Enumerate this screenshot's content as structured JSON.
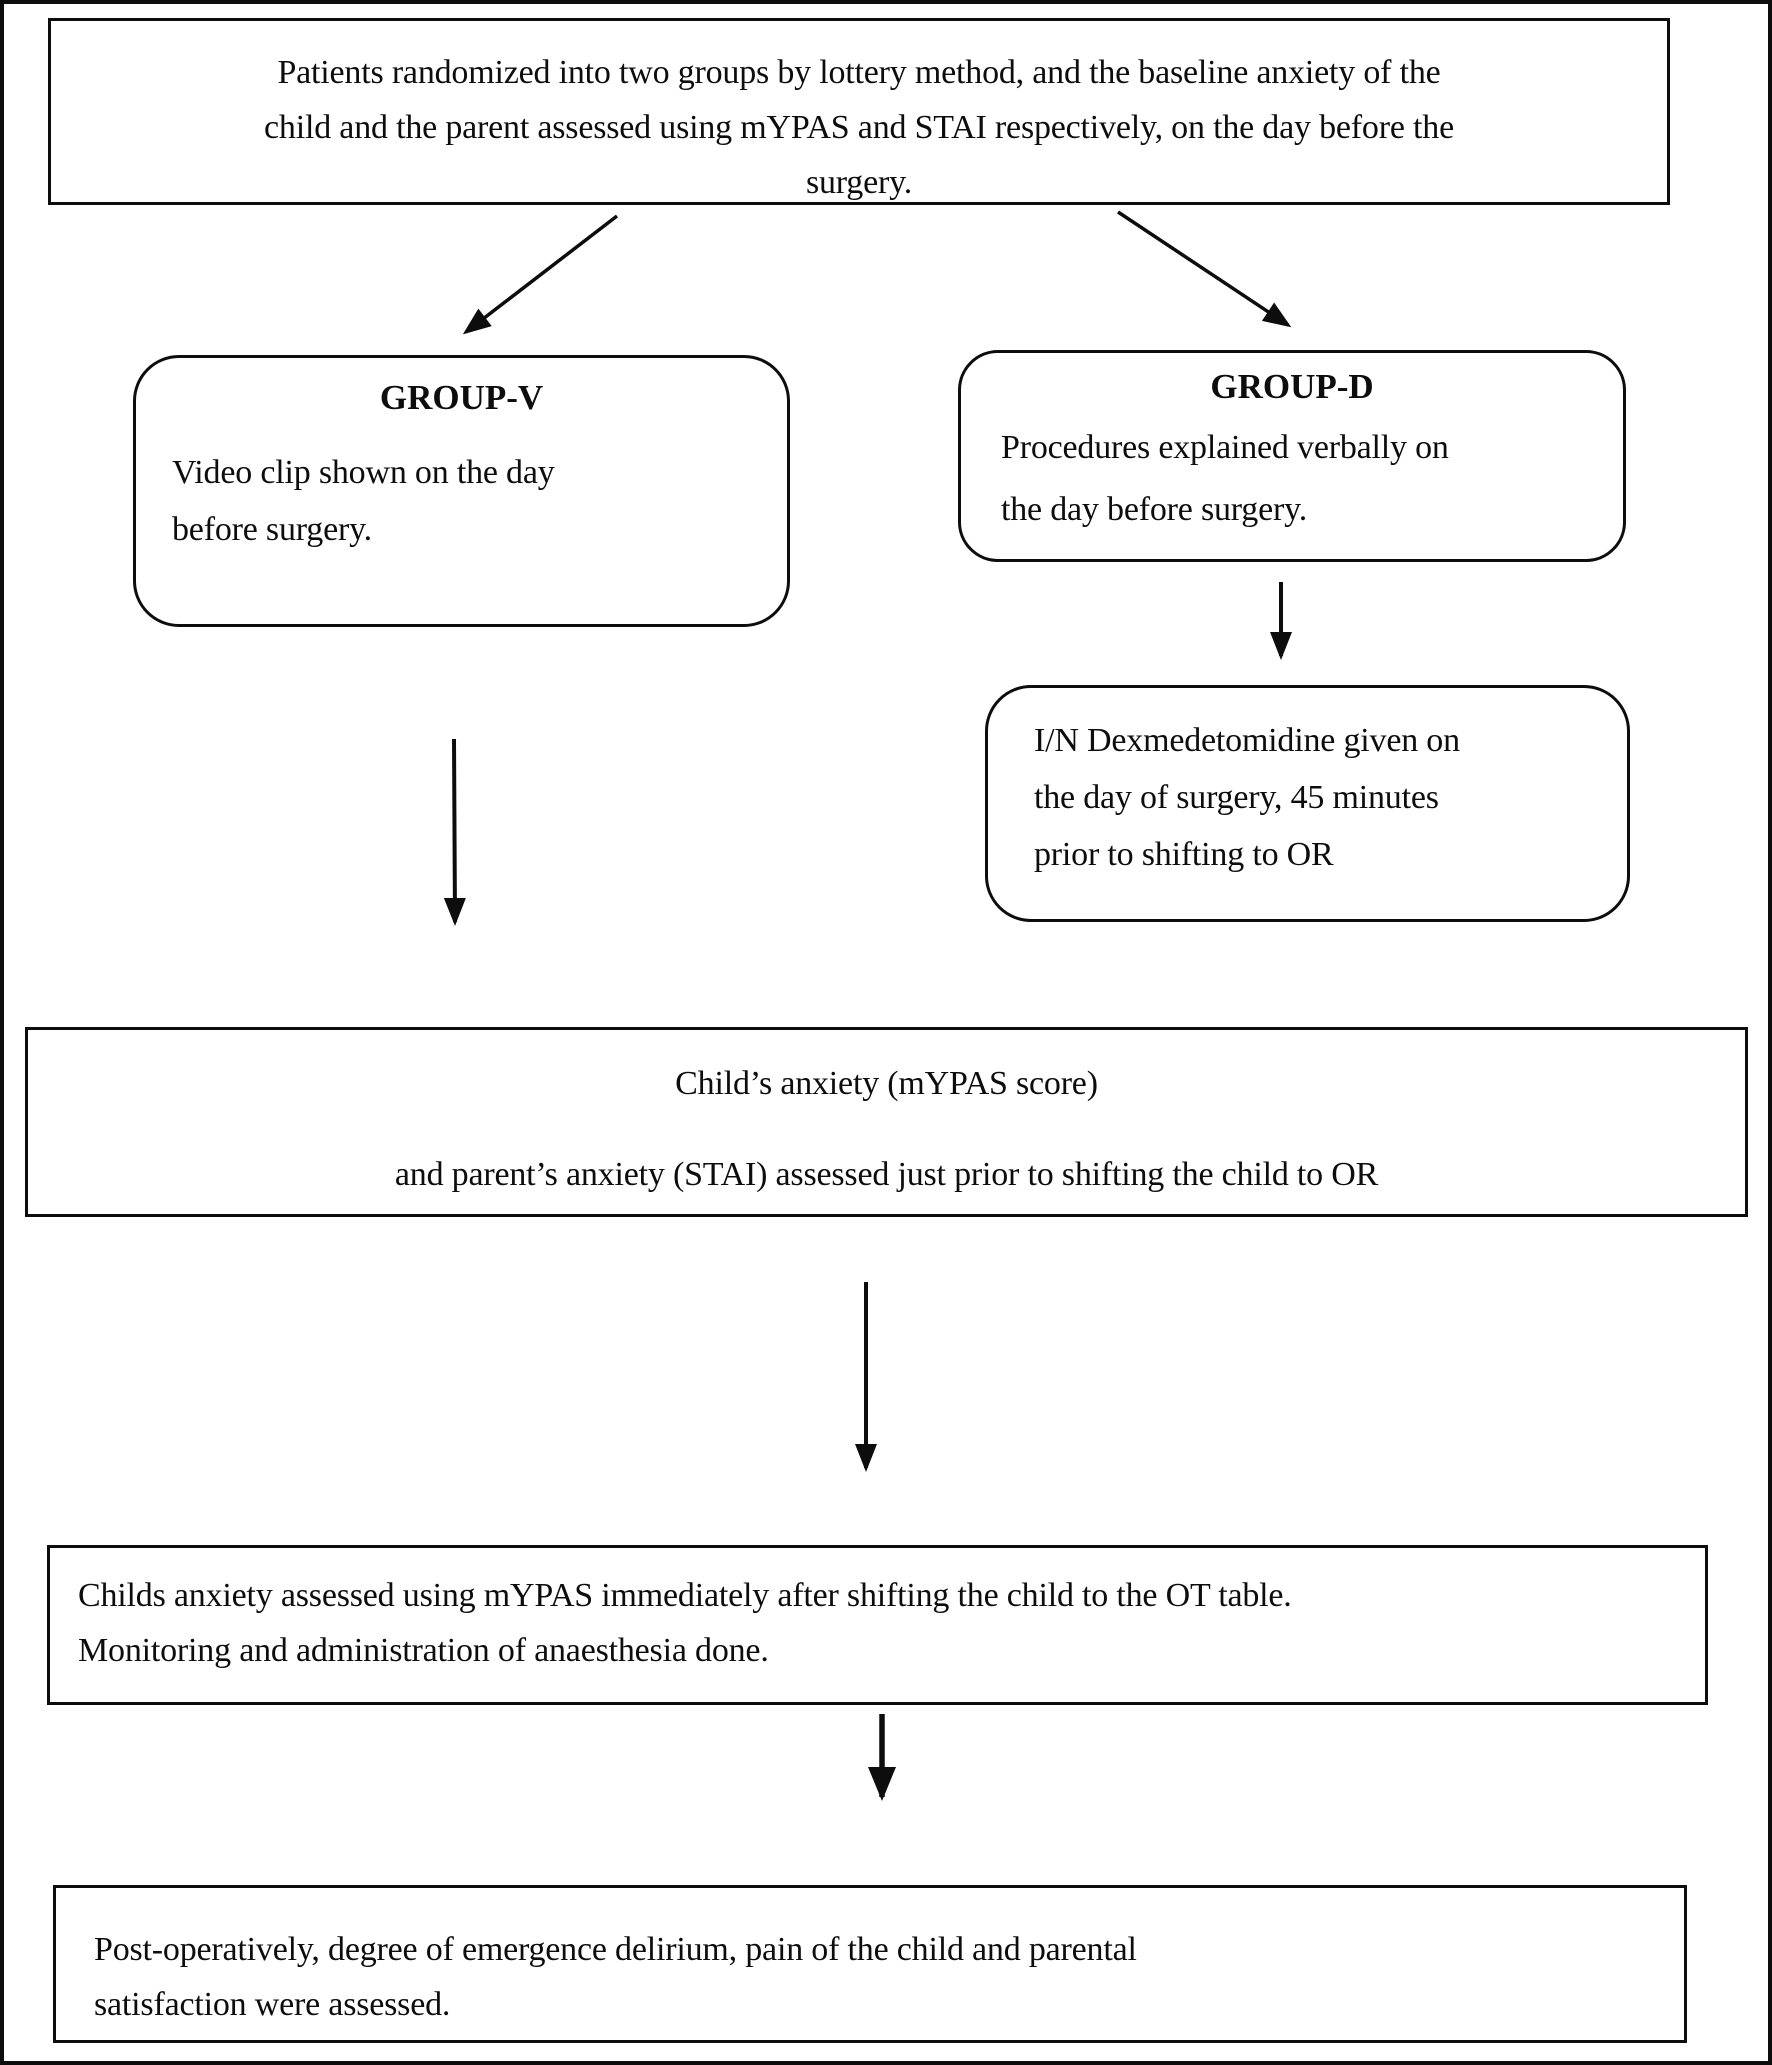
{
  "figure": {
    "type": "flowchart",
    "background_color": "#ffffff",
    "ink_color": "#0d0d0d",
    "nodes": {
      "randomization": {
        "shape": "rectangle",
        "lines": [
          "Patients randomized into two groups by lottery method, and the baseline anxiety of the",
          "child and the parent assessed using mYPAS and STAI respectively, on the day before the",
          "surgery."
        ]
      },
      "group_v": {
        "shape": "rounded-rectangle",
        "title": "GROUP-V",
        "lines": [
          "Video clip shown on the day",
          "before surgery."
        ]
      },
      "group_d": {
        "shape": "rounded-rectangle",
        "title": "GROUP-D",
        "lines": [
          "Procedures explained verbally on",
          "the day before surgery."
        ]
      },
      "dexmedetomidine": {
        "shape": "rounded-rectangle",
        "lines": [
          "I/N Dexmedetomidine given on",
          "the day of surgery, 45 minutes",
          "prior to shifting to OR"
        ]
      },
      "pre_or_assessment": {
        "shape": "rectangle",
        "lines": [
          "Child’s anxiety (mYPAS score)",
          "and parent’s anxiety (STAI) assessed just prior to shifting the child to OR"
        ]
      },
      "ot_table": {
        "shape": "rectangle",
        "lines": [
          "Childs anxiety assessed using mYPAS immediately after shifting the child to the OT table.",
          "Monitoring and administration of anaesthesia done."
        ]
      },
      "post_op": {
        "shape": "rectangle",
        "lines": [
          "Post-operatively, degree of emergence delirium, pain of the child and parental",
          "satisfaction were assessed."
        ]
      }
    },
    "edges": [
      {
        "from": "randomization",
        "to": "group_v"
      },
      {
        "from": "randomization",
        "to": "group_d"
      },
      {
        "from": "group_d",
        "to": "dexmedetomidine"
      },
      {
        "from": "group_v",
        "to": "pre_or_assessment"
      },
      {
        "from": "pre_or_assessment",
        "to": "ot_table"
      },
      {
        "from": "ot_table",
        "to": "post_op"
      }
    ]
  }
}
